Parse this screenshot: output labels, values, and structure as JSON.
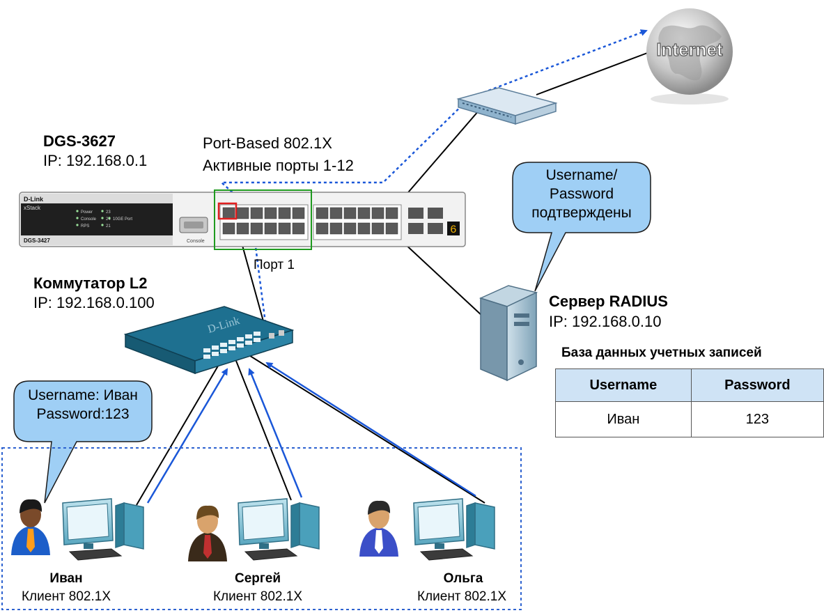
{
  "core_switch": {
    "model": "DGS-3627",
    "ip": "IP: 192.168.0.1",
    "brand": "D-Link",
    "sub_brand": "xStack",
    "panel_model": "DGS-3427",
    "led_labels": [
      "Power",
      "Console",
      "RPS",
      "23",
      "24",
      "21",
      "10GE Port"
    ],
    "console_label": "Console",
    "display_digit": "6"
  },
  "port_config": {
    "line1": "Port-Based 802.1X",
    "line2": "Активные порты 1-12",
    "port_label": "Порт 1"
  },
  "access_switch": {
    "name": "Коммутатор L2",
    "ip": "IP: 192.168.0.100",
    "brand": "D-Link"
  },
  "radius": {
    "name": "Сервер RADIUS",
    "ip": "IP: 192.168.0.10",
    "callout_lines": [
      "Username/",
      "Password",
      "подтверждены"
    ]
  },
  "internet": {
    "label": "Internet"
  },
  "database": {
    "title": "База данных учетных записей",
    "columns": [
      "Username",
      "Password"
    ],
    "rows": [
      [
        "Иван",
        "123"
      ]
    ]
  },
  "client_callout": {
    "lines": [
      "Username: Иван",
      "Password:123"
    ]
  },
  "clients": [
    {
      "name": "Иван",
      "role": "Клиент 802.1X"
    },
    {
      "name": "Сергей",
      "role": "Клиент 802.1X"
    },
    {
      "name": "Ольга",
      "role": "Клиент 802.1X"
    }
  ],
  "colors": {
    "link_black": "#000000",
    "eap_blue": "#1a57d8",
    "callout_fill": "#9fcff5",
    "group_border": "#2d62d0",
    "highlight_green": "#1f9a1f",
    "port_1_red": "#e02020"
  }
}
